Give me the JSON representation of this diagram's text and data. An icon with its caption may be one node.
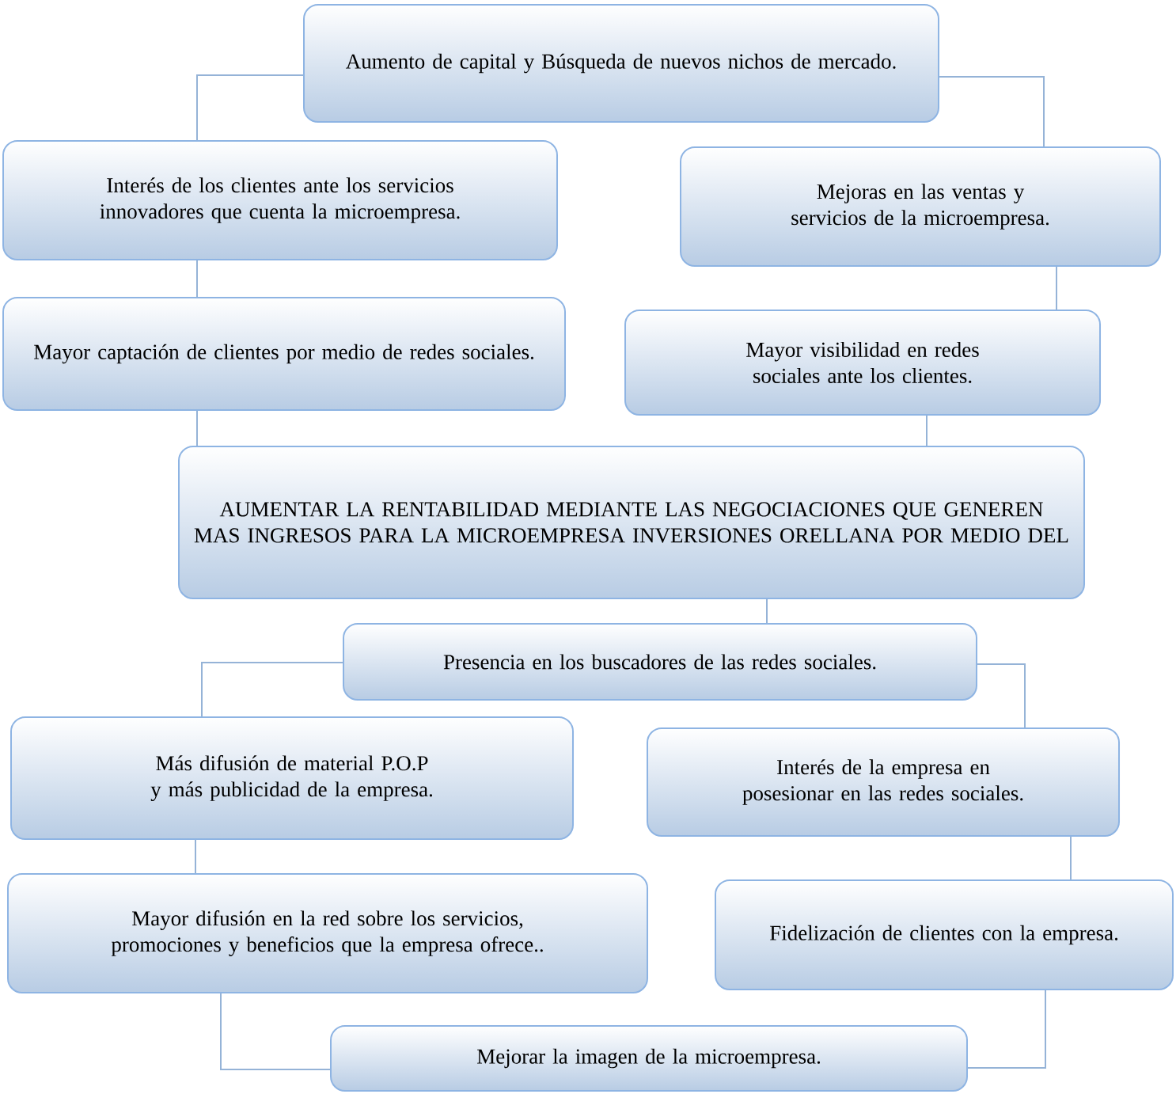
{
  "diagram": {
    "nodes": [
      {
        "text": [
          "Aumento de capital y Búsqueda de nuevos nichos de mercado."
        ]
      },
      {
        "text": [
          "Interés de los clientes ante los servicios innovadores que cuenta la microempresa."
        ]
      },
      {
        "text": [
          "Mejoras en las ventas y servicios de la microempresa."
        ]
      },
      {
        "text": [
          "Mayor captación de clientes por medio de redes sociales."
        ]
      },
      {
        "text": [
          "Mayor visibilidad en redes sociales ante los clientes."
        ]
      },
      {
        "text": [
          "AUMENTAR LA RENTABILIDAD MEDIANTE LAS NEGOCIACIONES QUE GENEREN MAS INGRESOS PARA LA MICROEMPRESA INVERSIONES ORELLANA POR MEDIO DEL"
        ]
      },
      {
        "text": [
          "Presencia en los buscadores de las redes sociales."
        ]
      },
      {
        "text": [
          "Más difusión de material P.O.P y más publicidad de la empresa."
        ]
      },
      {
        "text": [
          "Interés de la empresa en posesionar en las redes sociales."
        ]
      },
      {
        "text": [
          "Mayor difusión en la red sobre los servicios, promociones y beneficios que la empresa ofrece.."
        ]
      },
      {
        "text": [
          "Fidelización de clientes con la empresa."
        ]
      },
      {
        "text": [
          "Mejorar la imagen de la microempresa."
        ]
      }
    ],
    "edges": [
      {
        "from": 0,
        "to": 1,
        "arrow": "none"
      },
      {
        "from": 0,
        "to": 2,
        "arrow": "none"
      },
      {
        "from": 1,
        "to": 3,
        "arrow": "none"
      },
      {
        "from": 2,
        "to": 4,
        "arrow": "none"
      },
      {
        "from": 3,
        "to": 5,
        "arrow": "none"
      },
      {
        "from": 4,
        "to": 5,
        "arrow": "none"
      },
      {
        "from": 5,
        "to": 6,
        "arrow": "none"
      },
      {
        "from": 6,
        "to": 7,
        "arrow": "none"
      },
      {
        "from": 6,
        "to": 8,
        "arrow": "none"
      },
      {
        "from": 7,
        "to": 9,
        "arrow": "none"
      },
      {
        "from": 8,
        "to": 10,
        "arrow": "none"
      },
      {
        "from": 9,
        "to": 11,
        "arrow": "none"
      },
      {
        "from": 10,
        "to": 11,
        "arrow": "none"
      }
    ]
  }
}
